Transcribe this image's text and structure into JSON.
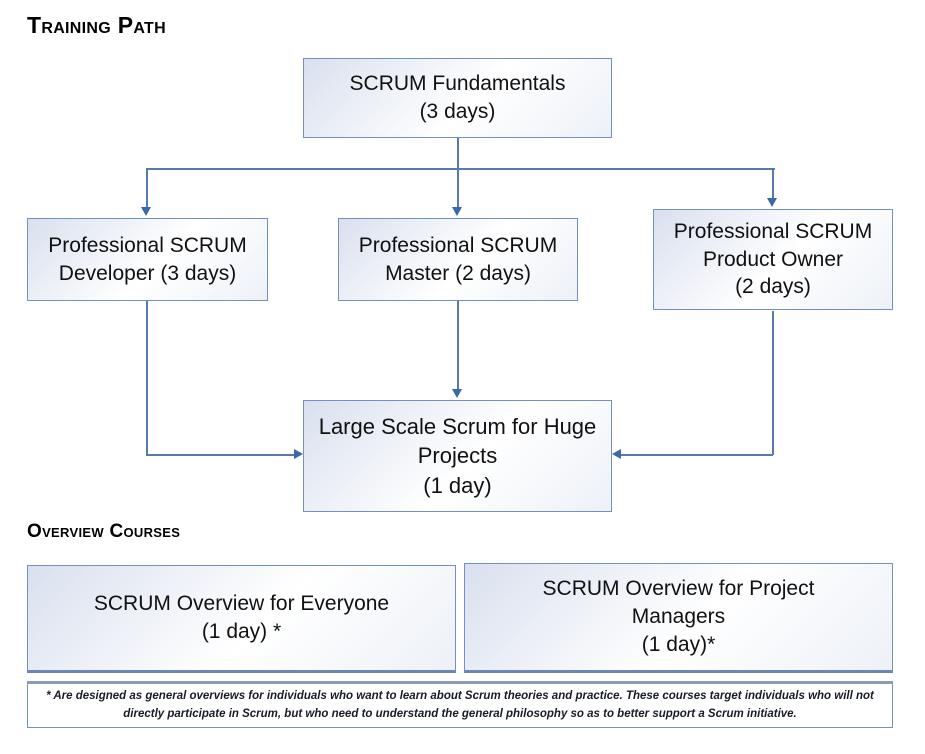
{
  "colors": {
    "background": "#ffffff",
    "text": "#111111",
    "box_border": "#7490c0",
    "box_fill_start": "#d9e0ee",
    "box_fill_end": "#edf1f7",
    "connector": "#5779ae",
    "arrowhead": "#3a68a8",
    "overview_bottom_border": "#6d86b3",
    "footnote_top_border": "#8d9cb4"
  },
  "headings": {
    "training_path": "Training Path",
    "overview_courses": "Overview Courses"
  },
  "training_path": {
    "boxes": {
      "fundamentals": {
        "lines": [
          "SCRUM Fundamentals",
          "(3 days)"
        ]
      },
      "developer": {
        "lines": [
          "Professional SCRUM",
          "Developer (3 days)"
        ]
      },
      "master": {
        "lines": [
          "Professional SCRUM",
          "Master (2 days)"
        ]
      },
      "product_owner": {
        "lines": [
          "Professional SCRUM",
          "Product Owner",
          "(2 days)"
        ]
      },
      "large_scale": {
        "lines": [
          "Large Scale Scrum for Huge",
          "Projects",
          "(1 day)"
        ]
      }
    },
    "connections": [
      {
        "from": "fundamentals",
        "to": "developer"
      },
      {
        "from": "fundamentals",
        "to": "master"
      },
      {
        "from": "fundamentals",
        "to": "product_owner"
      },
      {
        "from": "developer",
        "to": "large_scale"
      },
      {
        "from": "master",
        "to": "large_scale"
      },
      {
        "from": "product_owner",
        "to": "large_scale"
      }
    ]
  },
  "overview_courses": {
    "boxes": {
      "everyone": {
        "lines": [
          "SCRUM Overview for Everyone",
          "(1 day) *"
        ]
      },
      "project_managers": {
        "lines": [
          "SCRUM Overview for Project",
          "Managers",
          "(1 day)*"
        ]
      }
    }
  },
  "footnote": "* Are designed as general overviews for individuals who want to learn about Scrum theories and practice.  These courses target individuals who will not directly participate in Scrum, but who need to understand the general philosophy so as to better support a Scrum initiative."
}
